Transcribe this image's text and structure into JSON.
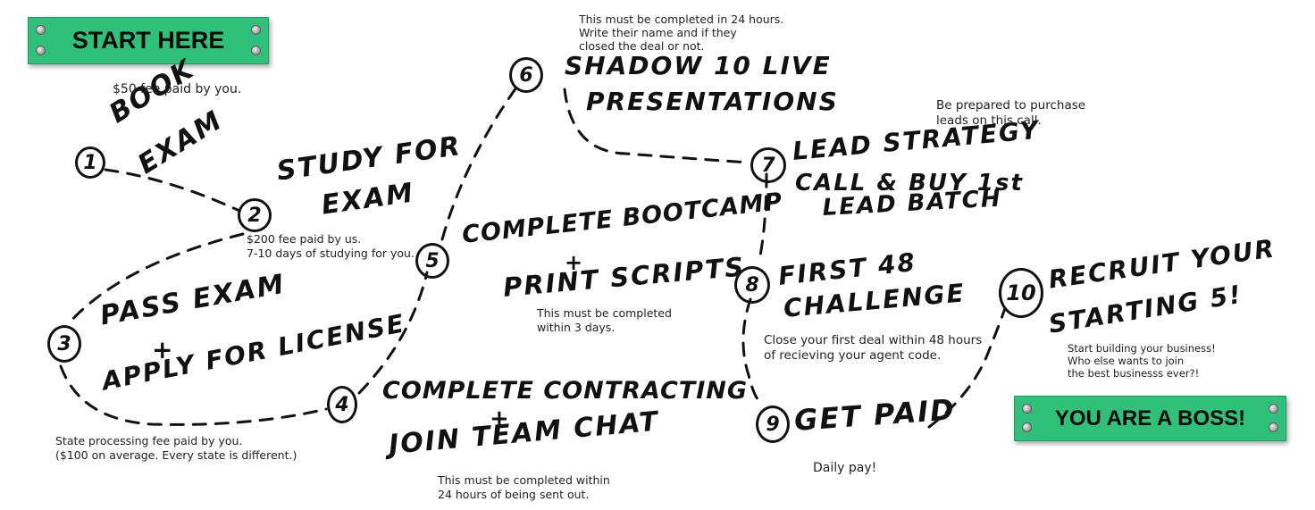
{
  "signs": {
    "start": "START HERE",
    "end": "YOU ARE A BOSS!"
  },
  "steps": [
    {
      "num": "1",
      "title": [
        "BOOK",
        "EXAM"
      ]
    },
    {
      "num": "2",
      "title": [
        "STUDY FOR",
        "EXAM"
      ]
    },
    {
      "num": "3",
      "title": [
        "PASS EXAM",
        "+",
        "APPLY FOR LICENSE"
      ]
    },
    {
      "num": "4",
      "title": [
        "COMPLETE CONTRACTING",
        "+",
        "JOIN TEAM CHAT"
      ]
    },
    {
      "num": "5",
      "title": [
        "COMPLETE BOOTCAMP",
        "+",
        "PRINT SCRIPTS"
      ]
    },
    {
      "num": "6",
      "title": [
        "SHADOW 10 LIVE",
        "PRESENTATIONS"
      ]
    },
    {
      "num": "7",
      "title": [
        "LEAD STRATEGY",
        "CALL & BUY 1st",
        "LEAD BATCH"
      ]
    },
    {
      "num": "8",
      "title": [
        "FIRST 48",
        "CHALLENGE"
      ]
    },
    {
      "num": "9",
      "title": [
        "GET PAID"
      ]
    },
    {
      "num": "10",
      "title": [
        "RECRUIT YOUR",
        "STARTING 5!"
      ]
    }
  ],
  "notes": {
    "step1": "$50 fee paid by you.",
    "step2": [
      "$200 fee paid by us.",
      "7-10 days of studying for you."
    ],
    "step3": [
      "State processing fee paid by you.",
      "($100 on average. Every state is different.)"
    ],
    "step4": [
      "This must be completed within",
      "24 hours of being sent out."
    ],
    "step5": [
      "This must be completed",
      "within 3 days."
    ],
    "step6": [
      "This must be completed in 24 hours.",
      "Write their name and if they",
      "closed the deal or not."
    ],
    "step7": [
      "Be prepared to purchase",
      "leads on this call."
    ],
    "step8": [
      "Close your first deal within 48 hours",
      "of recieving your agent code."
    ],
    "step9": "Daily pay!",
    "step10": [
      "Start building your business!",
      "Who else wants to join",
      "the best businesss ever?!"
    ]
  },
  "colors": {
    "sign_green": "#2fc17a",
    "ink": "#111111"
  }
}
